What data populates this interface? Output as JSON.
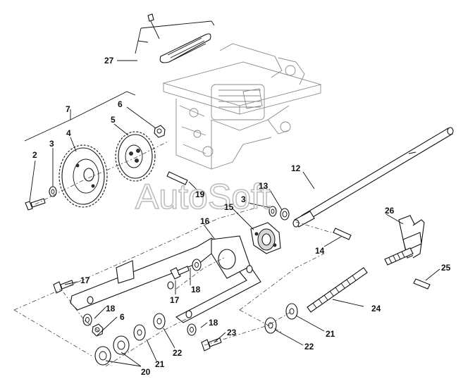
{
  "watermark": "AutoSoft",
  "labels": {
    "p2": "2",
    "p3a": "3",
    "p3b": "3",
    "p4": "4",
    "p5": "5",
    "p6a": "6",
    "p6b": "6",
    "p7": "7",
    "p12": "12",
    "p13": "13",
    "p14": "14",
    "p15": "15",
    "p16": "16",
    "p17a": "17",
    "p17b": "17",
    "p18a": "18",
    "p18b": "18",
    "p18c": "18",
    "p19": "19",
    "p20": "20",
    "p21a": "21",
    "p21b": "21",
    "p22a": "22",
    "p22b": "22",
    "p23": "23",
    "p24": "24",
    "p25": "25",
    "p26": "26",
    "p27": "27"
  }
}
